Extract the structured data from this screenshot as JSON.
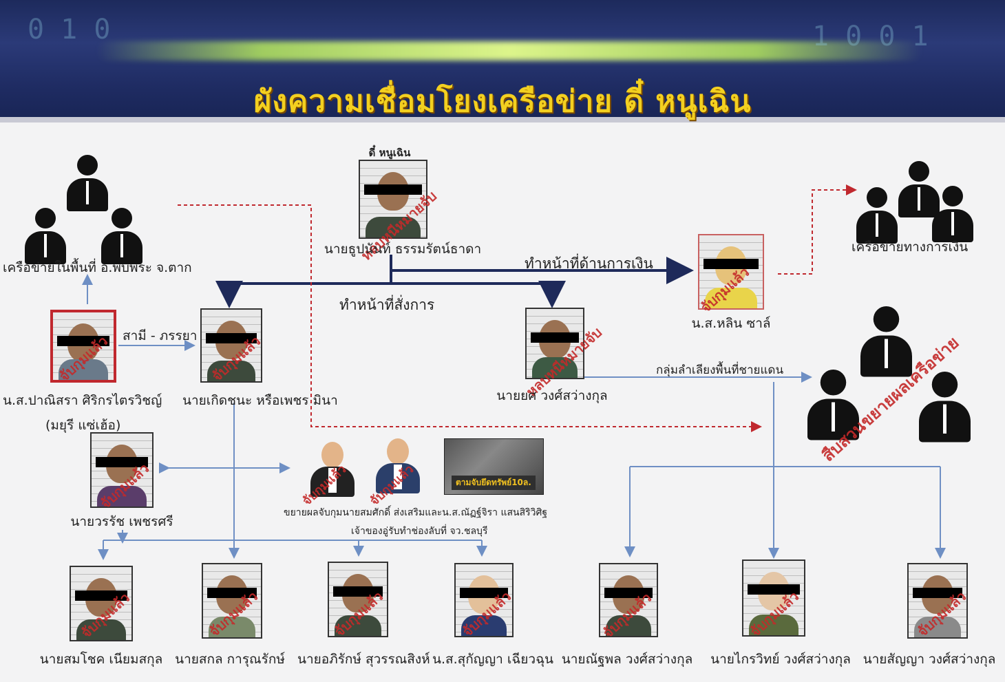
{
  "header": {
    "title": "ผังความเชื่อมโยงเครือข่าย ดี๋ หนูเฉิน"
  },
  "leader": {
    "tag": "ดี๋ หนูเฉิน",
    "name": "นายธูปนันท์ ธรรมรัตน์ธาดา",
    "stamp": "หลบหนีหมายจับ"
  },
  "roles": {
    "finance": "ทำหน้าที่ด้านการเงิน",
    "command": "ทำหน้าที่สั่งการ",
    "spouse": "สามี - ภรรยา",
    "border": "กลุ่มลำเลียงพื้นที่ชายแดน"
  },
  "groups": {
    "local": "เครือข่ายในพื้นที่ อ.พบพระ จ.ตาก",
    "financial": "เครือข่ายทางการเงิน",
    "expand_stamp": "สืบสวนขยายผลเครือข่าย"
  },
  "people": {
    "panisara": {
      "name": "น.ส.ปาณิสรา ศิริกรไตรวิชญ์",
      "alias": "(มยุรี แซ่เฮ้อ)",
      "stamp": "จับกุมแล้ว"
    },
    "kerdchana": {
      "name": "นายเกิดชนะ หรือเพชร มินา",
      "stamp": "จับกุมแล้ว"
    },
    "wongsawangkul": {
      "name": "นายยศ วงศ์สว่างกุล",
      "stamp": "หลบหนีหมายจับ"
    },
    "lin": {
      "name": "น.ส.หลิน ซาล์",
      "stamp": "จับกุมแล้ว"
    },
    "warachat": {
      "name": "นายวรรัช เพชรศรี",
      "stamp": "จับกุมแล้ว"
    }
  },
  "middle": {
    "stamp1": "จับกุมแล้ว",
    "stamp2": "จับกุมแล้ว",
    "news_caption": "ตามจับยึดทรัพย์10ล.",
    "line1": "ขยายผลจับกุมนายสมศักดิ์ ส่งเสริมและน.ส.ณัฏฐ์จิรา แสนสิริวิศิฐ",
    "line2": "เจ้าของอู่รับทำช่องลับที่ จว.ชลบุรี"
  },
  "bottom": [
    {
      "name": "นายสมโชค เนียมสกุล",
      "stamp": "จับกุมแล้ว"
    },
    {
      "name": "นายสกล การุณรักษ์",
      "stamp": "จับกุมแล้ว"
    },
    {
      "name": "นายอภิรักษ์ สุวรรณสิงห์",
      "stamp": "จับกุมแล้ว"
    },
    {
      "name": "น.ส.สุกัญญา เฉียวฉุน",
      "stamp": "จับกุมแล้ว"
    },
    {
      "name": "นายณัฐพล วงศ์สว่างกุล",
      "stamp": "จับกุมแล้ว"
    },
    {
      "name": "นายไกรวิทย์ วงศ์สว่างกุล",
      "stamp": "จับกุมแล้ว"
    },
    {
      "name": "นายสัญญา วงศ์สว่างกุล",
      "stamp": "จับกุมแล้ว"
    }
  ],
  "colors": {
    "title": "#f3d020",
    "banner": "#1f2c63",
    "stamp": "#c42a2a",
    "arrow_dark": "#1e2a5a",
    "arrow_light": "#6e8fc4",
    "dashed": "#c0282e"
  }
}
